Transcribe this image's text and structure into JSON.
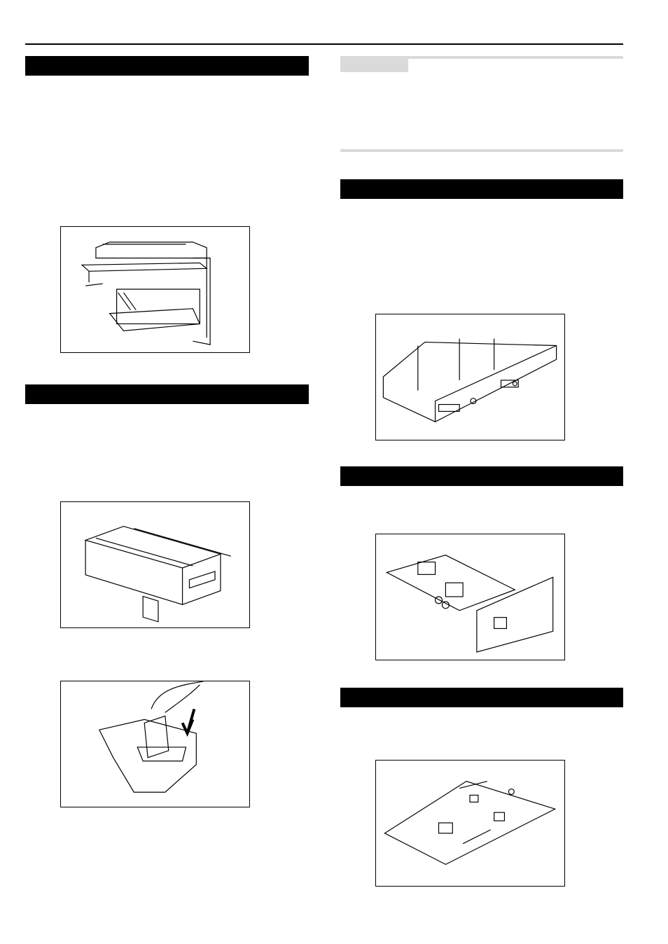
{
  "colors": {
    "header_bar": "#000000",
    "note_bar": "#dadada",
    "rule": "#000000"
  },
  "figures": [
    "copier-illustration",
    "toner-container-illustration",
    "toner-disposal-illustration",
    "controller-board-illustration",
    "network-card-illustration",
    "memory-board-illustration"
  ]
}
